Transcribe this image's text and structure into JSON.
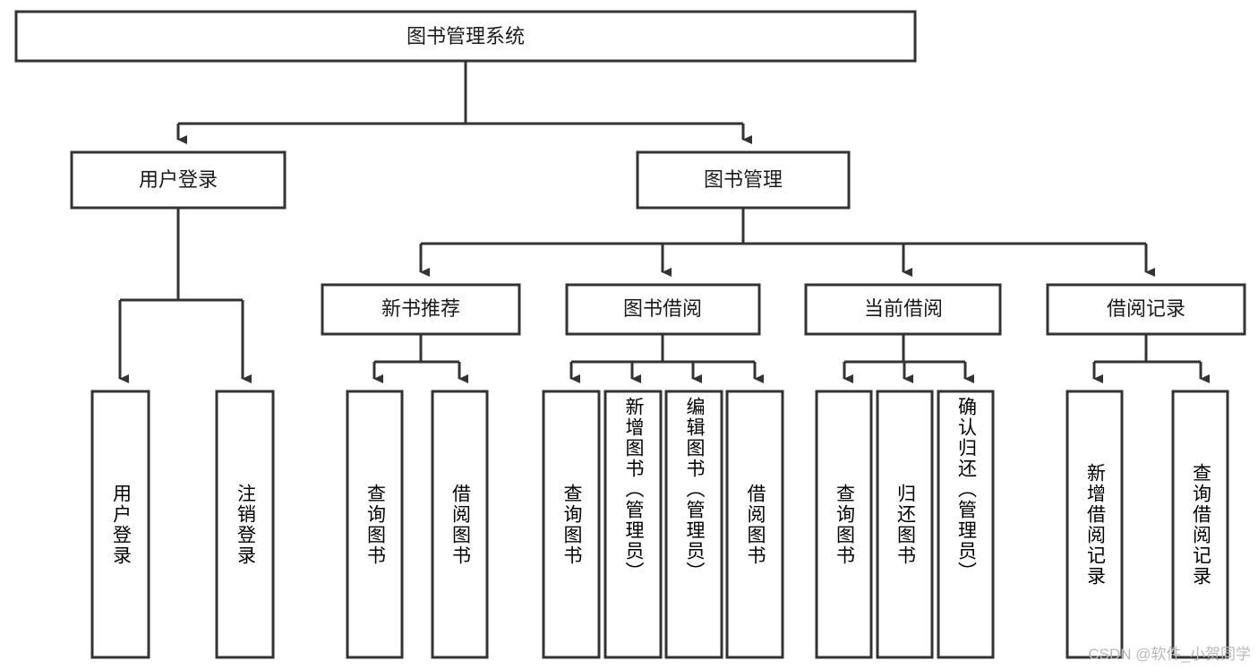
{
  "diagram": {
    "type": "tree",
    "title": "图书管理系统",
    "watermark": "CSDN @软件_小贺同学",
    "colors": {
      "stroke": "#333333",
      "box_fill": "#ffffff",
      "text": "#1b1b1b",
      "background": "#ffffff",
      "watermark": "#b9b9b9"
    },
    "root": {
      "id": "root",
      "label": "图书管理系统",
      "orientation": "horizontal"
    },
    "level2": [
      {
        "id": "user-login",
        "label": "用户登录",
        "orientation": "horizontal"
      },
      {
        "id": "book-management",
        "label": "图书管理",
        "orientation": "horizontal"
      }
    ],
    "level3": [
      {
        "id": "new-book-recommend",
        "label": "新书推荐",
        "orientation": "horizontal",
        "parent": "book-management"
      },
      {
        "id": "book-borrow",
        "label": "图书借阅",
        "orientation": "horizontal",
        "parent": "book-management"
      },
      {
        "id": "current-borrow",
        "label": "当前借阅",
        "orientation": "horizontal",
        "parent": "book-management"
      },
      {
        "id": "borrow-record",
        "label": "借阅记录",
        "orientation": "horizontal",
        "parent": "book-management"
      }
    ],
    "leaves": [
      {
        "id": "leaf-user-login",
        "label": "用户登录",
        "orientation": "vertical",
        "parent": "user-login"
      },
      {
        "id": "leaf-user-logout",
        "label": "注销登录",
        "orientation": "vertical",
        "parent": "user-login"
      },
      {
        "id": "leaf-query-book-1",
        "label": "查询图书",
        "orientation": "vertical",
        "parent": "new-book-recommend"
      },
      {
        "id": "leaf-borrow-book-1",
        "label": "借阅图书",
        "orientation": "vertical",
        "parent": "new-book-recommend"
      },
      {
        "id": "leaf-query-book-2",
        "label": "查询图书",
        "orientation": "vertical",
        "parent": "book-borrow"
      },
      {
        "id": "leaf-add-book",
        "label": "新增图书（管理员）",
        "orientation": "vertical",
        "parent": "book-borrow"
      },
      {
        "id": "leaf-edit-book",
        "label": "编辑图书（管理员）",
        "orientation": "vertical",
        "parent": "book-borrow"
      },
      {
        "id": "leaf-borrow-book-2",
        "label": "借阅图书",
        "orientation": "vertical",
        "parent": "book-borrow"
      },
      {
        "id": "leaf-query-book-3",
        "label": "查询图书",
        "orientation": "vertical",
        "parent": "current-borrow"
      },
      {
        "id": "leaf-return-book",
        "label": "归还图书",
        "orientation": "vertical",
        "parent": "current-borrow"
      },
      {
        "id": "leaf-confirm-return",
        "label": "确认归还（管理员）",
        "orientation": "vertical",
        "parent": "current-borrow"
      },
      {
        "id": "leaf-add-record",
        "label": "新增借阅记录",
        "orientation": "vertical",
        "parent": "borrow-record"
      },
      {
        "id": "leaf-query-record",
        "label": "查询借阅记录",
        "orientation": "vertical",
        "parent": "borrow-record"
      }
    ]
  }
}
